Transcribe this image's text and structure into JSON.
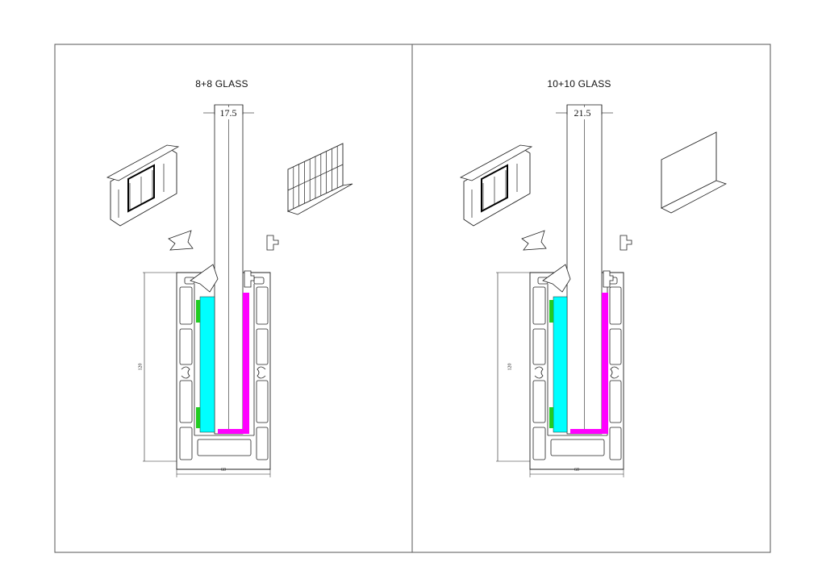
{
  "panels": [
    {
      "title": "8+8 GLASS",
      "glass_gap": "17.5",
      "height_dim": "120",
      "width_dim": "60",
      "glass_mm": 17.5,
      "iso_right": "grid-panel"
    },
    {
      "title": "10+10 GLASS",
      "glass_gap": "21.5",
      "height_dim": "120",
      "width_dim": "60",
      "glass_mm": 21.5,
      "iso_right": "l-plate"
    }
  ],
  "colors": {
    "line": "#222222",
    "packer": "#00ffff",
    "gasket": "#ff00ff",
    "pad": "#22cc22",
    "frame": "#555555"
  }
}
